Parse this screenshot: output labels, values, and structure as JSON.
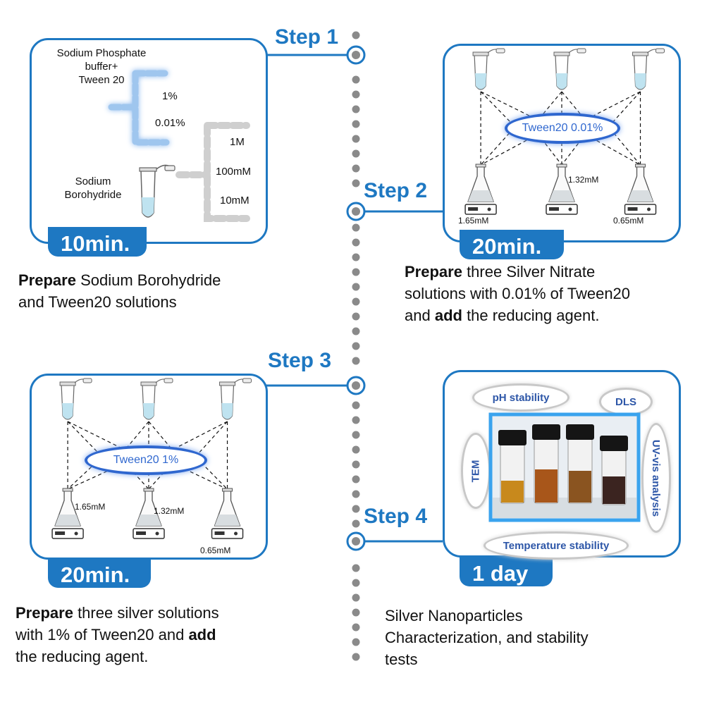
{
  "timeline": {
    "steps": [
      {
        "label": "Step 1"
      },
      {
        "label": "Step 2"
      },
      {
        "label": "Step 3"
      },
      {
        "label": "Step 4"
      }
    ]
  },
  "panel1": {
    "buffer_label_line1": "Sodium Phosphate",
    "buffer_label_line2": "buffer+",
    "buffer_label_line3": "Tween 20",
    "tween_conc_1": "1%",
    "tween_conc_2": "0.01%",
    "borohydride_label_line1": "Sodium",
    "borohydride_label_line2": "Borohydride",
    "nabh4_conc_1": "1M",
    "nabh4_conc_2": "100mM",
    "nabh4_conc_3": "10mM",
    "time": "10min.",
    "desc_bold": "Prepare",
    "desc_line1_rest": " Sodium Borohydride",
    "desc_line2": "and Tween20 solutions"
  },
  "panel2": {
    "tween_label": "Tween20 0.01%",
    "flask_conc": [
      "1.65mM",
      "1.32mM",
      "0.65mM"
    ],
    "time": "20min.",
    "desc_bold1": "Prepare",
    "desc_line1_rest": " three Silver Nitrate",
    "desc_line2": "solutions with 0.01% of Tween20",
    "desc_line3_pre": "and ",
    "desc_bold2": "add",
    "desc_line3_rest": " the reducing agent."
  },
  "panel3": {
    "tween_label": "Tween20 1%",
    "flask_conc": [
      "1.65mM",
      "1.32mM",
      "0.65mM"
    ],
    "time": "20min.",
    "desc_bold1": "Prepare",
    "desc_line1_rest": " three silver solutions",
    "desc_line2_pre": "with 1% of Tween20 and ",
    "desc_bold2": "add",
    "desc_line3": "the reducing agent."
  },
  "panel4": {
    "tests": {
      "ph": "pH stability",
      "dls": "DLS",
      "tem": "TEM",
      "uv": "UV-vis analysis",
      "temp": "Temperature stability"
    },
    "time": "1 day",
    "desc_line1": "Silver Nanoparticles",
    "desc_line2": "Characterization, and stability",
    "desc_line3": "tests"
  },
  "colors": {
    "accent": "#1e78c2",
    "tween_ring": "#2f67cf",
    "test_text": "#2e57a8",
    "timeline_dot": "#8a8a8a"
  }
}
